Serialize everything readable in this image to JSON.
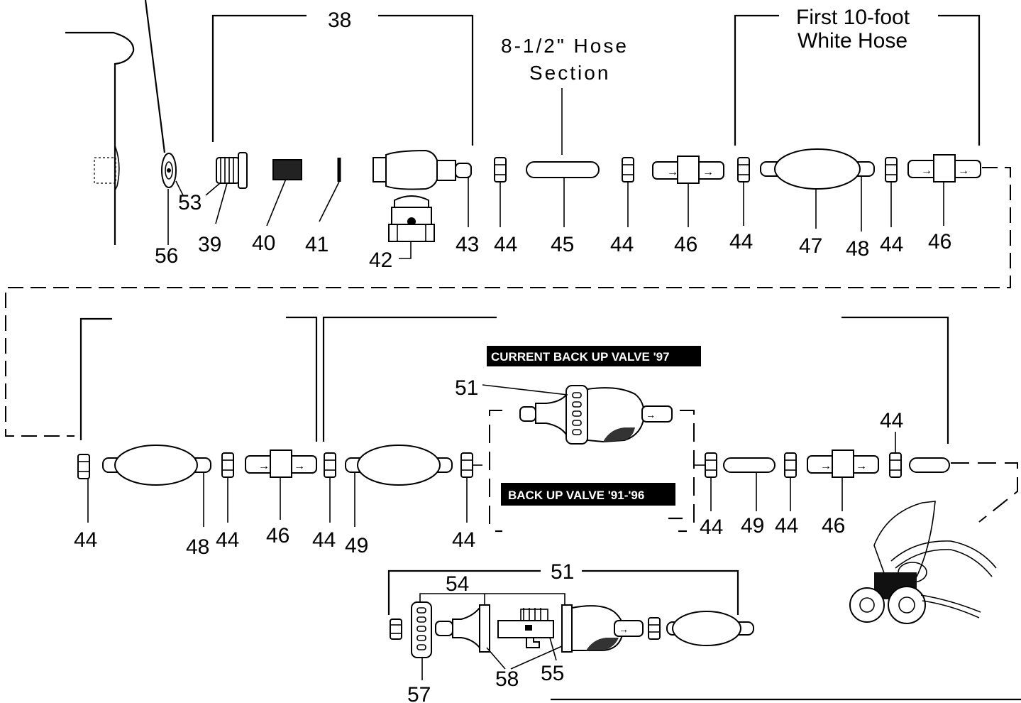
{
  "captions": {
    "hose_section_line1": "8-1/2\" Hose",
    "hose_section_line2": "Section",
    "first_hose_line1": "First 10-foot",
    "first_hose_line2": "White Hose"
  },
  "badges": {
    "current_valve": "CURRENT BACK UP VALVE '97",
    "old_valve": "BACK UP VALVE '91-'96"
  },
  "callouts": {
    "c38": "38",
    "c39": "39",
    "c40": "40",
    "c41": "41",
    "c42": "42",
    "c43": "43",
    "c44": "44",
    "c45": "45",
    "c46": "46",
    "c47": "47",
    "c48": "48",
    "c49": "49",
    "c51": "51",
    "c53": "53",
    "c54": "54",
    "c55": "55",
    "c56": "56",
    "c57": "57",
    "c58": "58"
  }
}
